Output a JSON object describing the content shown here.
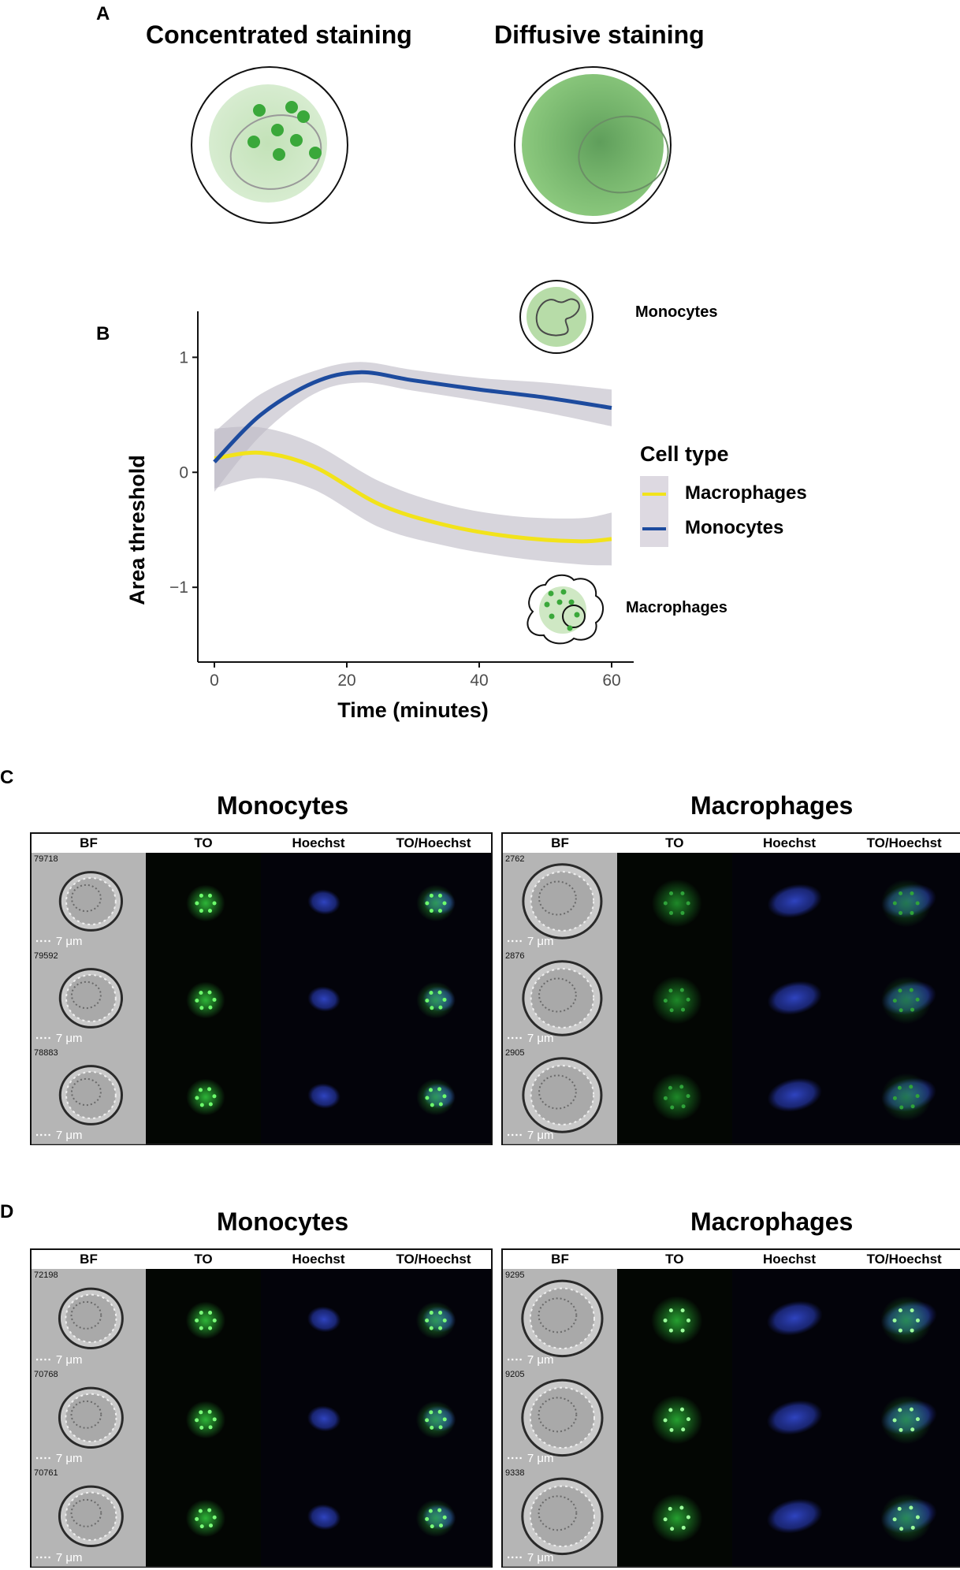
{
  "panel_a": {
    "letter": "A",
    "left_title": "Concentrated staining",
    "right_title": "Diffusive staining"
  },
  "panel_b": {
    "letter": "B",
    "icon_labels": {
      "monocytes": "Monocytes",
      "macrophages": "Macrophages"
    }
  },
  "chart_data": {
    "type": "line",
    "xlabel": "Time (minutes)",
    "ylabel": "Area threshold",
    "xlim": [
      0,
      60
    ],
    "ylim": [
      -1.65,
      1.4
    ],
    "xticks": [
      "0",
      "20",
      "40",
      "60"
    ],
    "yticks": [
      "1",
      "0",
      "−1"
    ],
    "legend_title": "Cell type",
    "legend_position": "right",
    "series": [
      {
        "name": "Macrophages",
        "color": "#f2e31a",
        "x": [
          0,
          7,
          15,
          25,
          35,
          45,
          55,
          60
        ],
        "y": [
          0.12,
          0.17,
          0.05,
          -0.28,
          -0.46,
          -0.56,
          -0.6,
          -0.58
        ],
        "ci": [
          0.26,
          0.22,
          0.2,
          0.2,
          0.18,
          0.18,
          0.2,
          0.23
        ]
      },
      {
        "name": "Monocytes",
        "color": "#1d4b9e",
        "x": [
          0,
          7,
          15,
          22,
          30,
          40,
          50,
          60
        ],
        "y": [
          0.09,
          0.5,
          0.78,
          0.87,
          0.8,
          0.72,
          0.65,
          0.56
        ],
        "ci": [
          0.26,
          0.18,
          0.1,
          0.09,
          0.09,
          0.1,
          0.13,
          0.16
        ]
      }
    ]
  },
  "panel_c": {
    "letter": "C",
    "monocytes_title": "Monocytes",
    "macrophages_title": "Macrophages",
    "columns": [
      "BF",
      "TO",
      "Hoechst",
      "TO/Hoechst"
    ],
    "monocyte_ids": [
      "79718",
      "79592",
      "78883"
    ],
    "macrophage_ids": [
      "2762",
      "2876",
      "2905"
    ],
    "scale": "7 μm"
  },
  "panel_d": {
    "letter": "D",
    "monocytes_title": "Monocytes",
    "macrophages_title": "Macrophages",
    "columns": [
      "BF",
      "TO",
      "Hoechst",
      "TO/Hoechst"
    ],
    "monocyte_ids": [
      "72198",
      "70768",
      "70761"
    ],
    "macrophage_ids": [
      "9295",
      "9205",
      "9338"
    ],
    "scale": "7 μm"
  }
}
